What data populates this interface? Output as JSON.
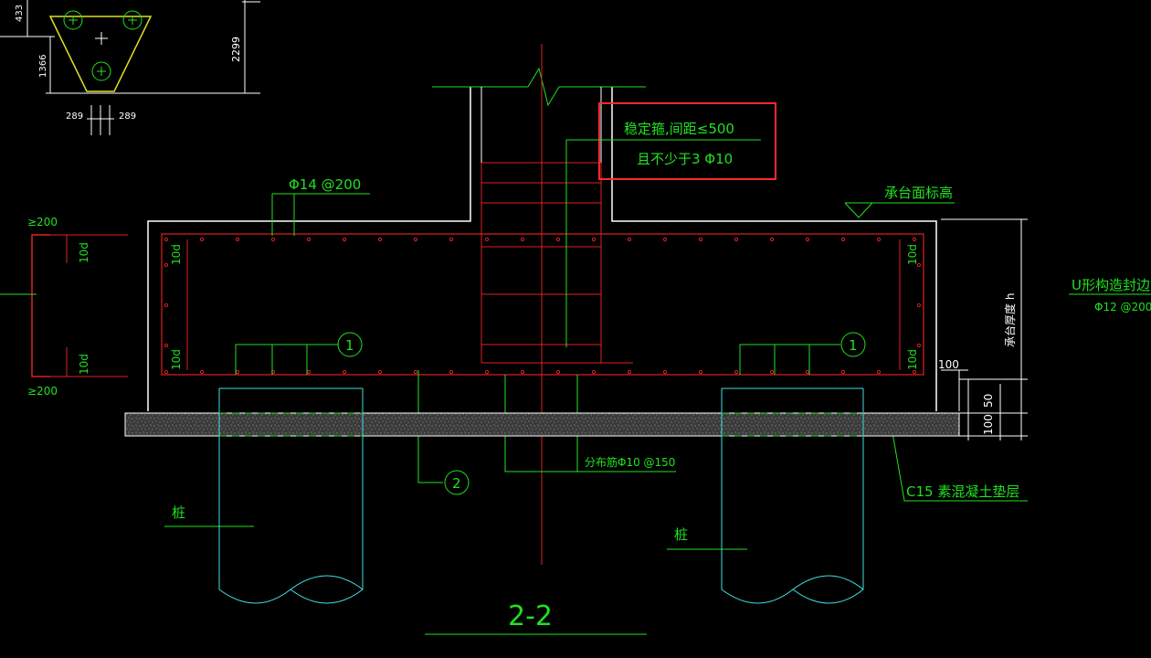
{
  "drawing": {
    "section_title": "2-2",
    "labels": {
      "stabilizer_line1": "稳定箍,间距≤500",
      "stabilizer_line2": "且不少于3 Φ10",
      "top_bar": "Φ14 @200",
      "cap_top_elevation": "承台面标高",
      "u_bar_title": "U形构造封边筋",
      "u_bar_spec": "Φ12 @200",
      "cap_thickness": "承台厚度 h",
      "dist_bar": "分布筋Φ10 @150",
      "cushion": "C15 素混凝土垫层",
      "pile_left": "桩",
      "pile_right": "桩",
      "bubble_1_left": "1",
      "bubble_1_right": "1",
      "bubble_2": "2",
      "ten_d": "10d",
      "ge200_top": "≥200",
      "ge200_bottom": "≥200"
    },
    "dims": {
      "d433": "433",
      "d1366": "1366",
      "d2299": "2299",
      "d289a": "289",
      "d289b": "289",
      "d100_side": "100",
      "d50": "50",
      "d100_bottom": "100"
    },
    "colors": {
      "background": "#000000",
      "concrete_outline": "#ffffff",
      "rebar": "#e02020",
      "annotation": "#20e020",
      "pile": "#40e0e0",
      "plan_outline": "#e0e020",
      "highlight_box": "#ff2a2a",
      "cushion_fill": "#5a5a5a"
    }
  }
}
